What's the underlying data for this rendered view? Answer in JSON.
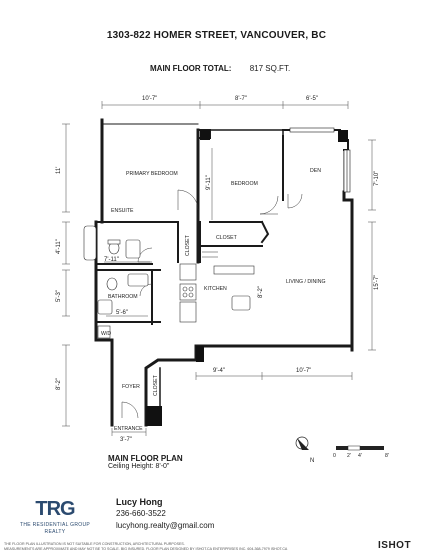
{
  "header": {
    "address": "1303-822 HOMER STREET, VANCOUVER, BC",
    "floor_total_label": "MAIN FLOOR TOTAL:",
    "floor_total_value": "817 SQ.FT."
  },
  "rooms": {
    "primary_bedroom": "PRIMARY BEDROOM",
    "bedroom": "BEDROOM",
    "den": "DEN",
    "ensuite": "ENSUITE",
    "closet_1": "CLOSET",
    "closet_2": "CLOSET",
    "closet_3": "CLOSET",
    "kitchen": "KITCHEN",
    "living_dining": "LIVING / DINING",
    "bathroom": "BATHROOM",
    "wd": "W/D",
    "foyer": "FOYER",
    "entrance": "ENTRANCE"
  },
  "dimensions": {
    "top_primary": "10'-7\"",
    "top_bedroom": "8'-7\"",
    "top_den": "6'-5\"",
    "left_primary": "11'",
    "bedroom_height": "9'-11\"",
    "den_height": "7'-10\"",
    "ensuite_height": "4'-11\"",
    "ensuite_width": "7'-11\"",
    "living_height": "15'-7\"",
    "kitchen_dim": "8'-2\"",
    "bathroom_height": "5'-3\"",
    "bathroom_width": "5'-6\"",
    "foyer_height": "8'-2\"",
    "bottom_kitchen": "9'-4\"",
    "bottom_living": "10'-7\"",
    "entrance_width": "3'-7\""
  },
  "caption": {
    "title": "MAIN FLOOR PLAN",
    "ceiling": "Ceiling Height: 8'-0\""
  },
  "compass": {
    "label": "N"
  },
  "scale": {
    "labels": [
      "0",
      "2'",
      "4'",
      "8'"
    ]
  },
  "agent": {
    "name": "Lucy Hong",
    "phone": "236-660-3522",
    "email": "lucyhong.realty@gmail.com"
  },
  "brokerage": {
    "logo_text": "TRG",
    "line1": "THE RESIDENTIAL GROUP",
    "line2": "REALTY"
  },
  "disclaimer": {
    "line1": "THE FLOOR PLAN ILLUSTRATION IS NOT SUITABLE FOR CONSTRUCTION, ARCHITECTURAL PURPOSES.",
    "line2": "MEASUREMENTS ARE APPROXIMATE AND MAY NOT BE TO SCALE. BIG INSURED. FLOOR PLAN DESIGNED BY ISHOT.CA ENTERPRISES INC. 604-368-7979 ISHOT.CA"
  },
  "watermark": "ISHOT"
}
